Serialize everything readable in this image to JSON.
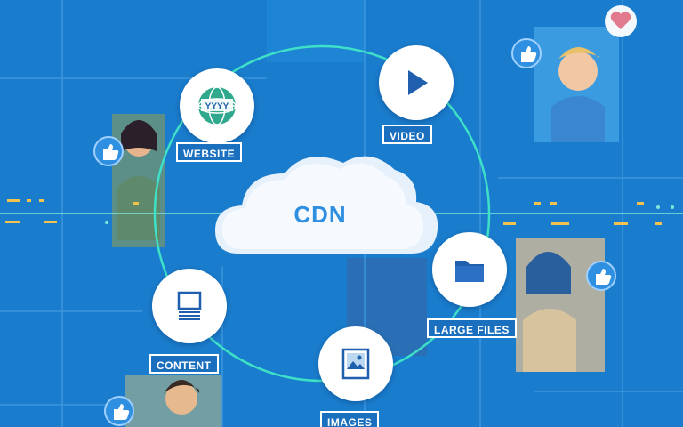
{
  "center": {
    "label": "CDN"
  },
  "nodes": [
    {
      "label": "WEBSITE",
      "icon": "globe-icon"
    },
    {
      "label": "VIDEO",
      "icon": "play-icon"
    },
    {
      "label": "LARGE FILES",
      "icon": "folder-icon"
    },
    {
      "label": "IMAGES",
      "icon": "image-icon"
    },
    {
      "label": "CONTENT",
      "icon": "document-icon"
    }
  ],
  "globe_text": "YYYY",
  "colors": {
    "background": "#1a7ccc",
    "ring": "#3ee0c8",
    "label_border": "#ffffff",
    "cloud": "#f2f7fc",
    "icon": "#1f5fae",
    "dash": "#f2c14e"
  }
}
